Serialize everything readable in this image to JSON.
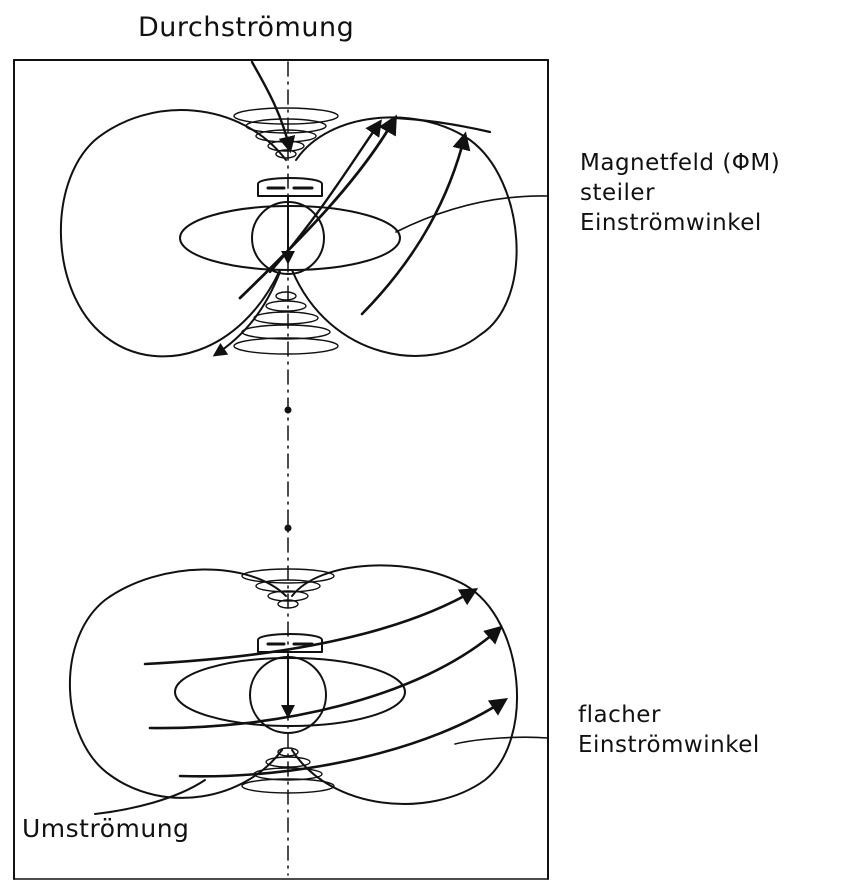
{
  "labels": {
    "durchstroemung": "Durchströmung",
    "magnetfeld": "Magnetfeld (ΦM)",
    "steiler": "steiler",
    "einstroemwinkel_1": "Einströmwinkel",
    "flacher": "flacher",
    "einstroemwinkel_2": "Einströmwinkel",
    "umstroemung": "Umströmung"
  },
  "colors": {
    "ink": "#111111",
    "background": "#ffffff"
  }
}
